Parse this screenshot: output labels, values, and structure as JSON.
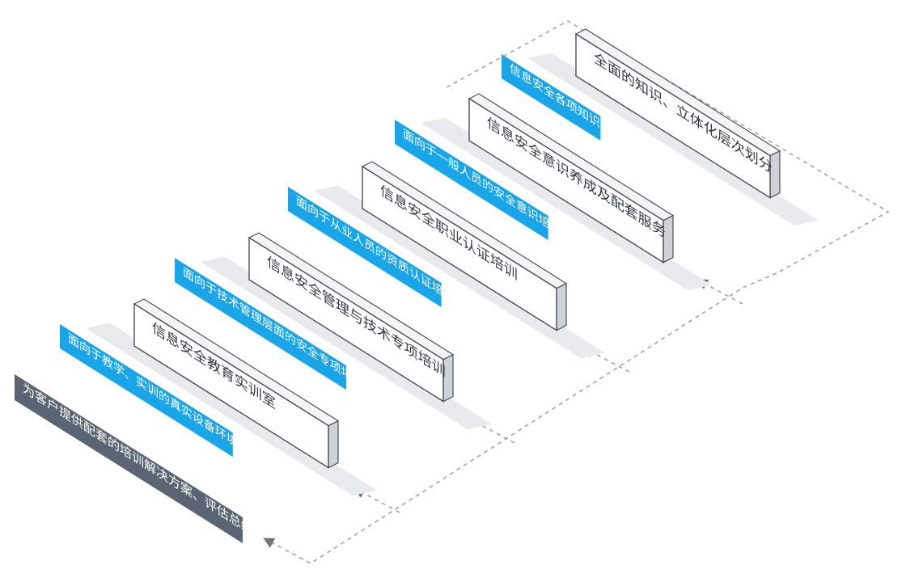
{
  "colors": {
    "accent": "#1aa5e8",
    "dark_tag": "#5a6472",
    "card_bg": "#ffffff",
    "card_border": "#4a4f57",
    "card_side": "#cfd3d8",
    "shadow": "#e8eaed",
    "dash": "#9aa0a6",
    "arrow": "#6b7280"
  },
  "stages": [
    {
      "title": "全面的知识、立体化层次划分",
      "tag": "信息安全各项知识"
    },
    {
      "title": "信息安全意识养成及配套服务",
      "tag": "面向于一般人员的安全意识培养"
    },
    {
      "title": "信息安全职业认证培训",
      "tag": "面向于从业人员的资质认证培训"
    },
    {
      "title": "信息安全管理与技术专项培训",
      "tag": "面向于技术管理层面的安全专项培训"
    },
    {
      "title": "信息安全教育实训室",
      "tag": "面向于教学、实训的真实设备环境"
    }
  ],
  "base_tag": "为客户提供配套的培训解决方案、评估总结"
}
